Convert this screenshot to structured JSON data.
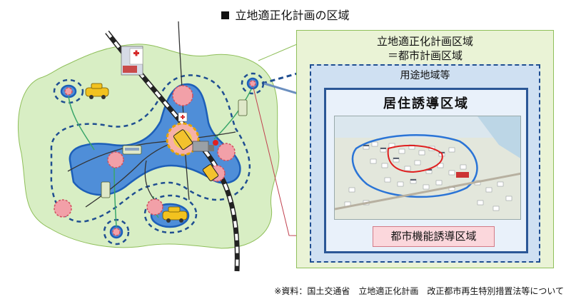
{
  "title": "立地適正化計画の区域",
  "boxes": {
    "outer_line1": "立地適正化計画区域",
    "outer_line2": "＝都市計画区域",
    "use_district": "用途地域等",
    "residential": "居住誘導区域",
    "urban_function": "都市機能誘導区域"
  },
  "source": "※資料：国土交通省　立地適正化計画　改正都市再生特別措置法等について",
  "colors": {
    "planning_area_fill": "#d8eec4",
    "use_district_dash": "#1f4e91",
    "residential_fill": "#4f8ed8",
    "urban_function_fill": "#f2a0a8",
    "outer_box_fill": "#eaf3d6",
    "urban_function_box_fill": "#fbd7dc"
  },
  "icons": [
    "hospital-icon",
    "taxi-icon",
    "bus-icon",
    "truck-icon",
    "railway-icon"
  ]
}
